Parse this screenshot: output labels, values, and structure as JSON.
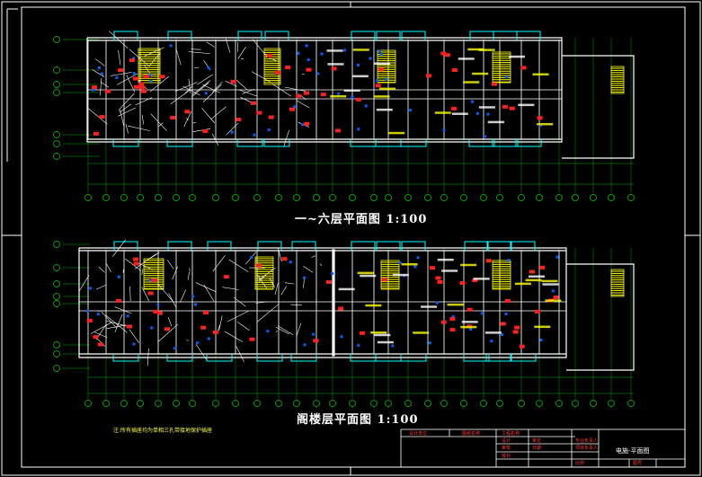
{
  "drawing": {
    "upper_plan": {
      "title": "一~六层平面图 1:100"
    },
    "lower_plan": {
      "title": "阁楼层平面图 1:100",
      "note": "注:所有插座均为单相三孔带接地保护插座"
    },
    "title_block": {
      "drawing_name": "电施-平面图",
      "fields": [
        "设计单位",
        "图纸名称",
        "工程名称",
        "设计",
        "审核",
        "校对",
        "审定",
        "日期",
        "比例",
        "图号",
        "专业负责人",
        "项目负责人"
      ]
    }
  },
  "colors": {
    "background": "#000000",
    "border": "#ffffff",
    "walls": "#ffffff",
    "windows": "#00ffff",
    "rooms": "#ff2020",
    "wiring": "#ffffff",
    "stairs": "#ffff00",
    "grid": "#00c800",
    "area_labels": "#ffff00",
    "devices": "#0060ff"
  }
}
